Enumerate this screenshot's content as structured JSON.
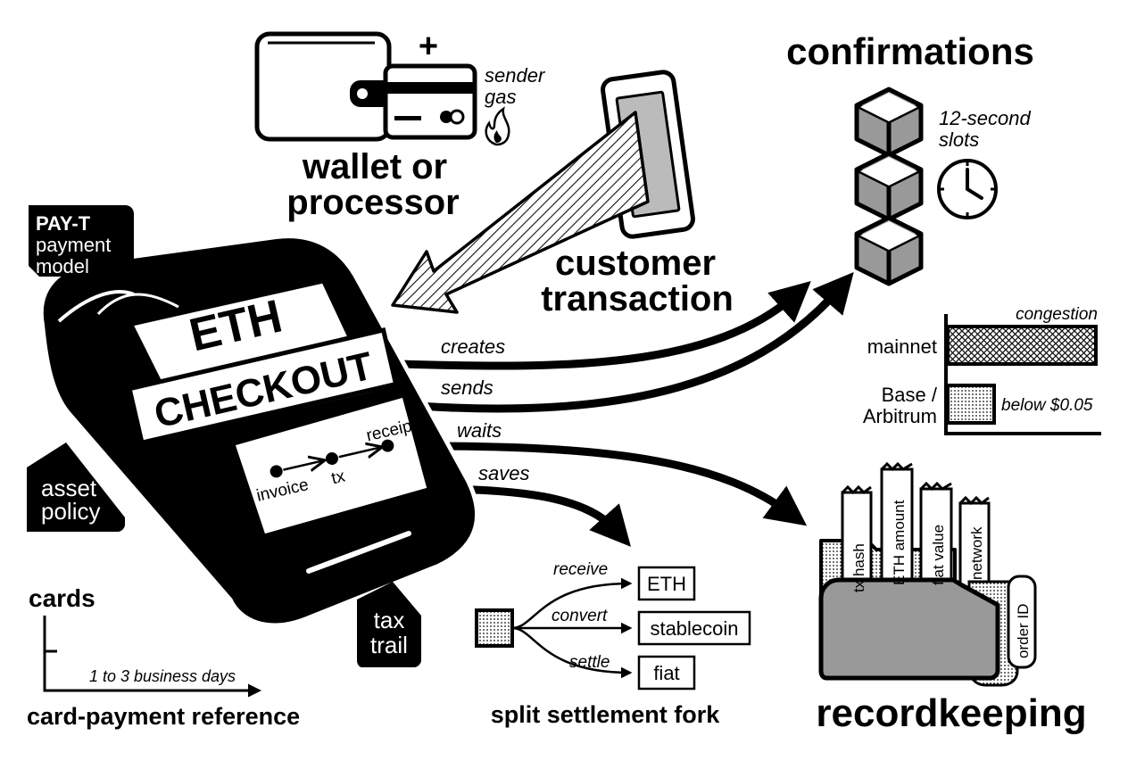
{
  "wallet": {
    "title_line1": "wallet or",
    "title_line2": "processor",
    "note_line1": "sender",
    "note_line2": "gas",
    "plus": "+"
  },
  "customer": {
    "line1": "customer",
    "line2": "transaction"
  },
  "confirmations": {
    "title": "confirmations",
    "note_line1": "12-second",
    "note_line2": "slots"
  },
  "terminal": {
    "eth": "ETH",
    "checkout": "CHECKOUT",
    "flow": [
      "invoice",
      "tx",
      "receipt"
    ]
  },
  "tags": {
    "payt_line1": "PAY-T",
    "payt_line2": "payment",
    "payt_line3": "model",
    "asset_line1": "asset",
    "asset_line2": "policy",
    "tax_line1": "tax",
    "tax_line2": "trail"
  },
  "arrows": {
    "creates": "creates",
    "sends": "sends",
    "waits": "waits",
    "saves": "saves"
  },
  "congestion": {
    "label": "congestion",
    "mainnet": "mainnet",
    "l2_line1": "Base /",
    "l2_line2": "Arbitrum",
    "l2_note": "below $0.05"
  },
  "split": {
    "title": "split settlement fork",
    "branches": [
      {
        "verb": "receive",
        "result": "ETH"
      },
      {
        "verb": "convert",
        "result": "stablecoin"
      },
      {
        "verb": "settle",
        "result": "fiat"
      }
    ]
  },
  "records": {
    "title": "recordkeeping",
    "tabs": [
      "tx hash",
      "ETH amount",
      "fiat value",
      "network"
    ],
    "order_id": "order ID"
  },
  "cards": {
    "label": "cards",
    "duration": "1 to 3 business days",
    "reference": "card-payment reference"
  }
}
